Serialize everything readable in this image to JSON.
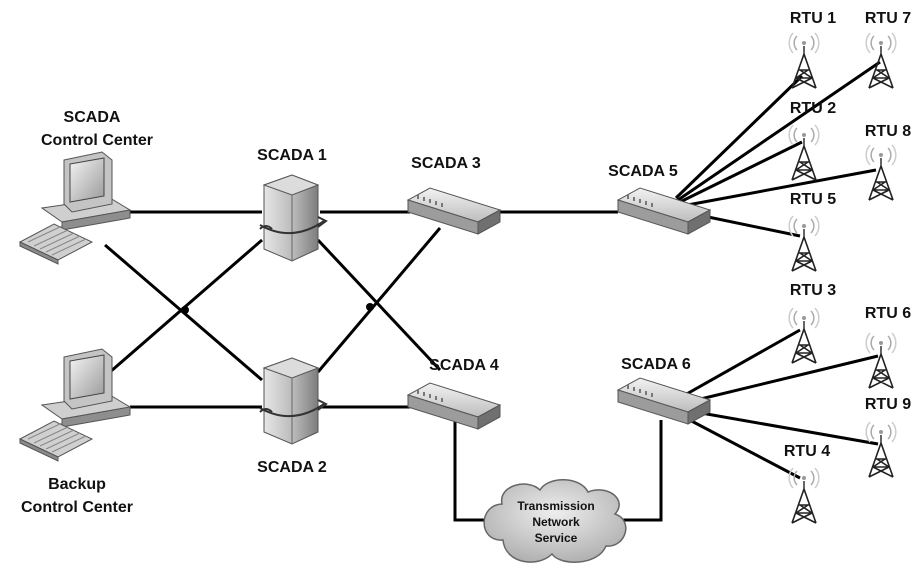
{
  "control_centers": [
    {
      "line1": "SCADA",
      "line2": "Control Center"
    },
    {
      "line1": "Backup",
      "line2": "Control Center"
    }
  ],
  "servers": [
    "SCADA 1",
    "SCADA 2"
  ],
  "switches": [
    "SCADA 3",
    "SCADA 4",
    "SCADA 5",
    "SCADA 6"
  ],
  "cloud": {
    "line1": "Transmission",
    "line2": "Network",
    "line3": "Service"
  },
  "rtus": [
    "RTU 1",
    "RTU 2",
    "RTU 3",
    "RTU 4",
    "RTU 5",
    "RTU 6",
    "RTU 7",
    "RTU 8",
    "RTU 9"
  ]
}
